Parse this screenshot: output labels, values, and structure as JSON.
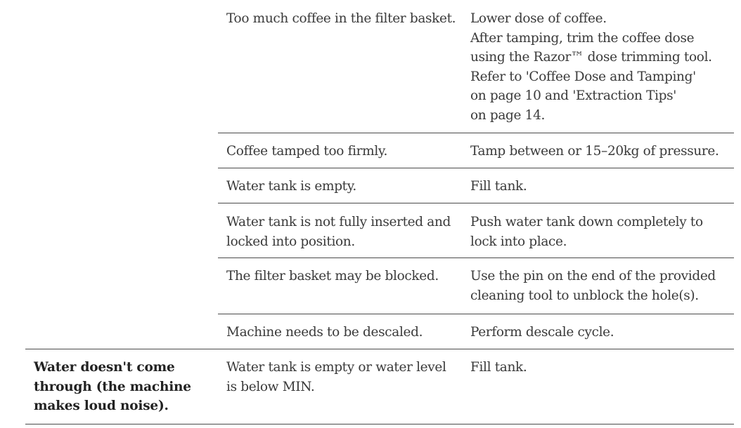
{
  "rows": [
    {
      "problem": "",
      "cause": "Too much coffee in the filter basket.",
      "solution": "Lower dose of coffee.\nAfter tamping, trim the coffee dose\nusing the Razor™ dose trimming tool.\nRefer to 'Coffee Dose and Tamping'\non page 10 and 'Extraction Tips'\non page 14."
    },
    {
      "problem": "",
      "cause": "Coffee tamped too firmly.",
      "solution": "Tamp between or 15–20kg of pressure."
    },
    {
      "problem": "",
      "cause": "Water tank is empty.",
      "solution": "Fill tank."
    },
    {
      "problem": "",
      "cause": "Water tank is not fully inserted and\nlocked into position.",
      "solution": "Push water tank down completely to\nlock into place."
    },
    {
      "problem": "",
      "cause": "The filter basket may be blocked.",
      "solution": "Use the pin on the end of the provided\ncleaning tool to unblock the hole(s)."
    },
    {
      "problem": "",
      "cause": "Machine needs to be descaled.",
      "solution": "Perform descale cycle."
    },
    {
      "problem": "Water doesn't come\nthrough (the machine\nmakes loud noise).",
      "cause": "Water tank is empty or water level\nis below MIN.",
      "solution": "Fill tank."
    }
  ]
}
